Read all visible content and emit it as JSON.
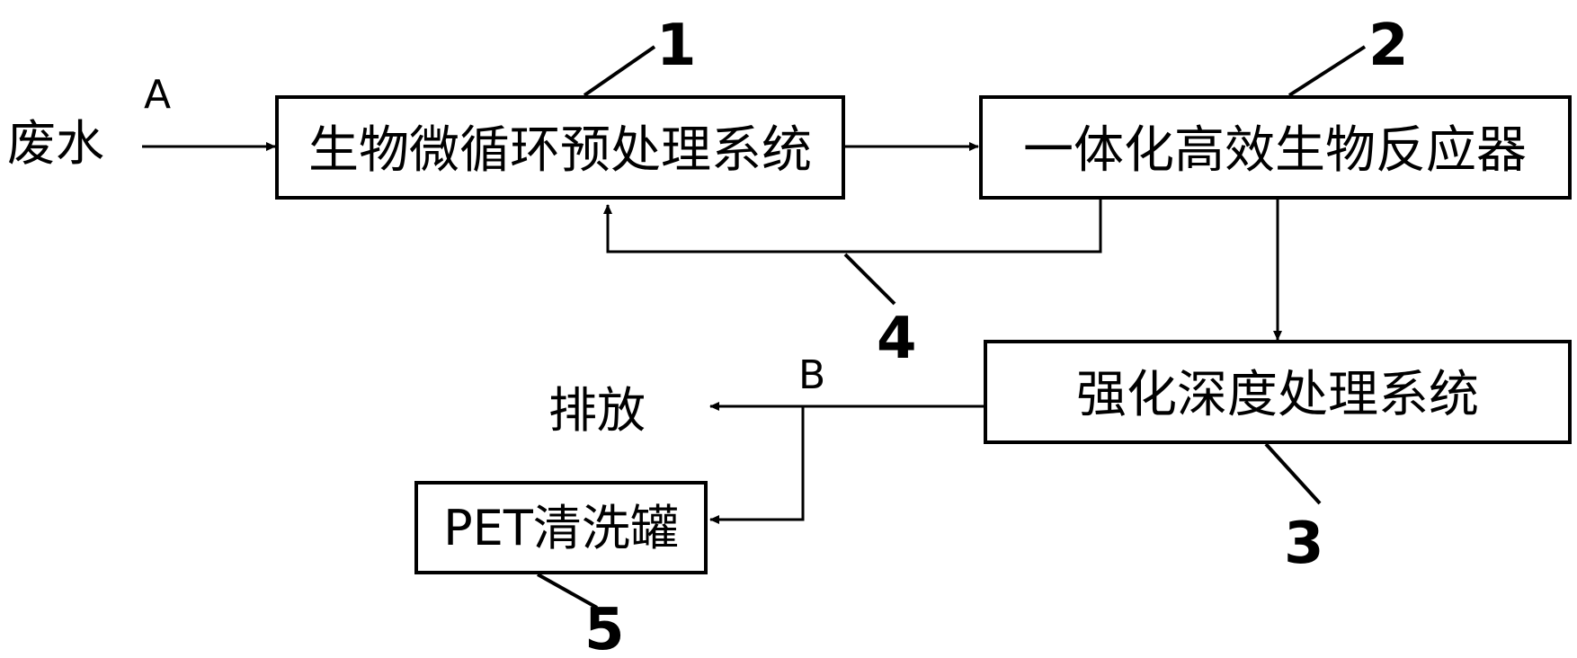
{
  "input_label": "废水",
  "output_label": "排放",
  "point_labels": {
    "a": "A",
    "b": "B"
  },
  "boxes": [
    {
      "id": "1",
      "text": "生物微循环预处理系统"
    },
    {
      "id": "2",
      "text": "一体化高效生物反应器"
    },
    {
      "id": "3",
      "text": "强化深度处理系统"
    },
    {
      "id": "5",
      "text": "PET清洗罐"
    }
  ],
  "numbers": {
    "n1": "1",
    "n2": "2",
    "n3": "3",
    "n4": "4",
    "n5": "5"
  }
}
